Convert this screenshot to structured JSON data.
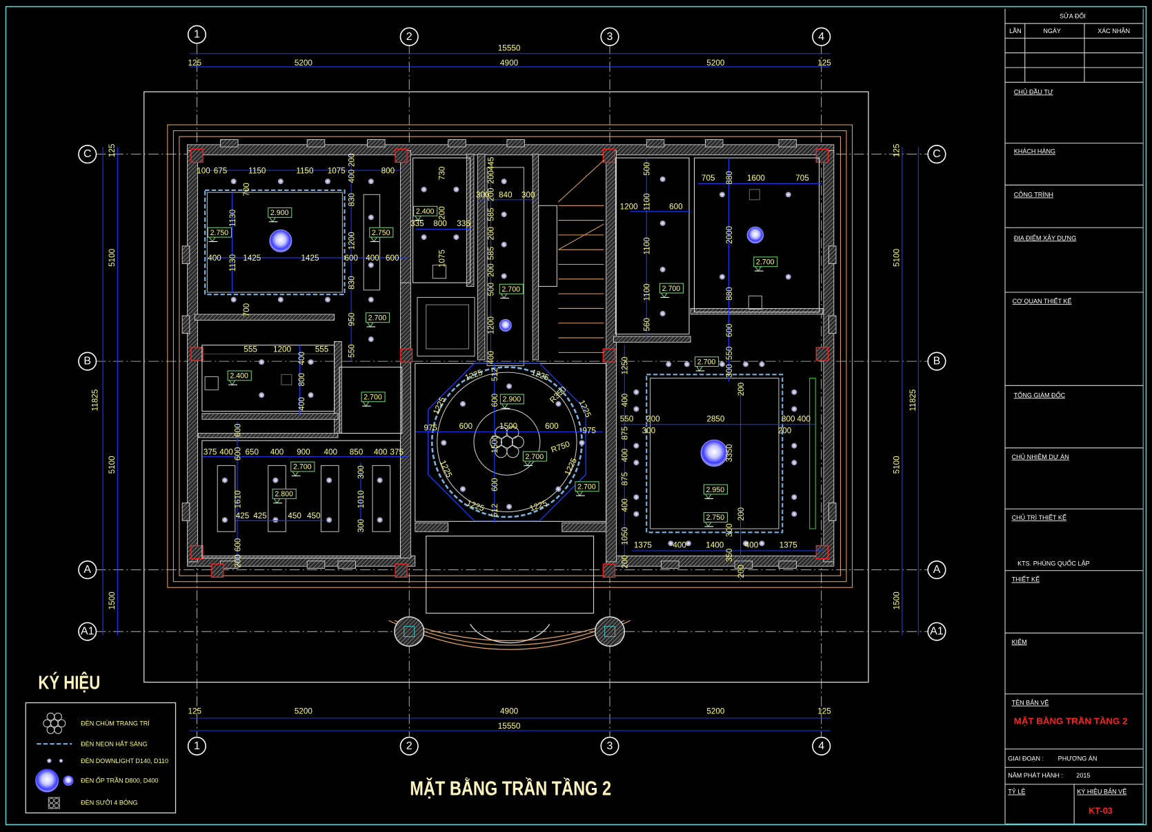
{
  "drawing": {
    "title": "MẶT BẰNG TRẦN TẦNG 2",
    "colors": {
      "background": "#000000",
      "dimension": "#1a3cff",
      "text": "#ffff80",
      "wall": "#8c8c8c",
      "outline": "#e0a060",
      "tag_border": "#6fcf6f",
      "frame": "#5fd0d0"
    },
    "grid_columns": [
      "1",
      "2",
      "3",
      "4"
    ],
    "grid_rows": [
      "C",
      "B",
      "A",
      "A1"
    ],
    "top_total": "15550",
    "top_spans": [
      "125",
      "5200",
      "4900",
      "5200",
      "125"
    ],
    "bottom_total": "15550",
    "bottom_spans": [
      "125",
      "5200",
      "4900",
      "5200",
      "125"
    ],
    "left_total": "11825",
    "left_spans": [
      "125",
      "5100",
      "5100",
      "1500"
    ],
    "right_total": "11825",
    "right_spans": [
      "125",
      "5100",
      "5100",
      "1500"
    ],
    "height_tags": [
      "2.900",
      "2.750",
      "2.750",
      "2.400",
      "2.700",
      "2.700",
      "2.400",
      "2.700",
      "2.900",
      "2.700",
      "2.700",
      "2.700",
      "2.800",
      "2.700",
      "2.700",
      "2.700",
      "2.950",
      "2.750"
    ],
    "dimensions": [
      "100",
      "675",
      "1150",
      "1150",
      "1075",
      "800",
      "400",
      "1425",
      "1425",
      "600",
      "400",
      "600",
      "200",
      "400",
      "830",
      "1200",
      "830",
      "950",
      "550",
      "700",
      "1130",
      "1130",
      "700",
      "730",
      "200",
      "1075",
      "335",
      "800",
      "335",
      "300",
      "840",
      "300",
      "200445",
      "200",
      "585",
      "200",
      "585",
      "200",
      "500",
      "1200",
      "400",
      "500",
      "1100",
      "1100",
      "1100",
      "560",
      "1200",
      "600",
      "705",
      "880",
      "1600",
      "705",
      "2000",
      "880",
      "600",
      "550",
      "300",
      "200",
      "555",
      "1200",
      "555",
      "400",
      "800",
      "400",
      "600",
      "375",
      "400",
      "650",
      "400",
      "900",
      "400",
      "850",
      "400",
      "375",
      "600",
      "1610",
      "600",
      "200",
      "300",
      "1010",
      "300",
      "425",
      "425",
      "450",
      "450",
      "1225",
      "1225",
      "1225",
      "1225",
      "1225",
      "1225",
      "1225",
      "1225",
      "975",
      "600",
      "1500",
      "600",
      "975",
      "1500",
      "600",
      "600",
      "512",
      "512",
      "R750",
      "R350",
      "1250",
      "400",
      "875",
      "400",
      "875",
      "400",
      "1050",
      "200",
      "550",
      "200",
      "2850",
      "300",
      "400",
      "300",
      "200",
      "3350",
      "1375",
      "400",
      "1400",
      "350",
      "300",
      "400",
      "1375",
      "200",
      "200"
    ]
  },
  "legend": {
    "title": "KÝ HIỆU",
    "items": [
      {
        "icon": "chandelier-icon",
        "label": "ĐÈN CHÙM TRANG TRÍ"
      },
      {
        "icon": "neon-strip-icon",
        "label": "ĐÈN NEON HẮT SÁNG"
      },
      {
        "icon": "downlight-icon",
        "label": "ĐÈN DOWNLIGHT D140, D110"
      },
      {
        "icon": "ceiling-light-icon",
        "label": "ĐÈN ỐP TRẦN D800, D400"
      },
      {
        "icon": "heater-lamp-icon",
        "label": "ĐÈN SƯỞI 4 BÓNG"
      }
    ]
  },
  "title_block": {
    "revision_header": "SỬA ĐỔI",
    "col_time": "LẦN",
    "col_date": "NGÀY",
    "col_confirm": "XÁC NHẬN",
    "investor": "CHỦ ĐẦU TƯ",
    "client": "KHÁCH HÀNG",
    "project": "CÔNG TRÌNH",
    "location": "ĐỊA ĐIỂM XÂY DỰNG",
    "design_agency": "CƠ QUAN THIẾT KẾ",
    "director": "TỔNG GIÁM ĐỐC",
    "project_manager": "CHỦ NHIỆM DỰ ÁN",
    "lead_designer": "CHỦ TRÌ THIẾT KẾ",
    "lead_designer_name": "KTS. PHÙNG QUỐC LẬP",
    "designer": "THIẾT KẾ",
    "checker": "KIỂM",
    "drawing_name_label": "TÊN BẢN VẼ",
    "drawing_name": "MẶT BẰNG TRẦN TẦNG 2",
    "phase_label": "GIAI ĐOẠN :",
    "phase": "PHƯƠNG ÁN",
    "year_label": "NĂM PHÁT HÀNH :",
    "year": "2015",
    "scale_label": "TỶ LỆ",
    "code_label": "KÝ HIỆU BẢN VẼ",
    "code": "KT-03"
  }
}
